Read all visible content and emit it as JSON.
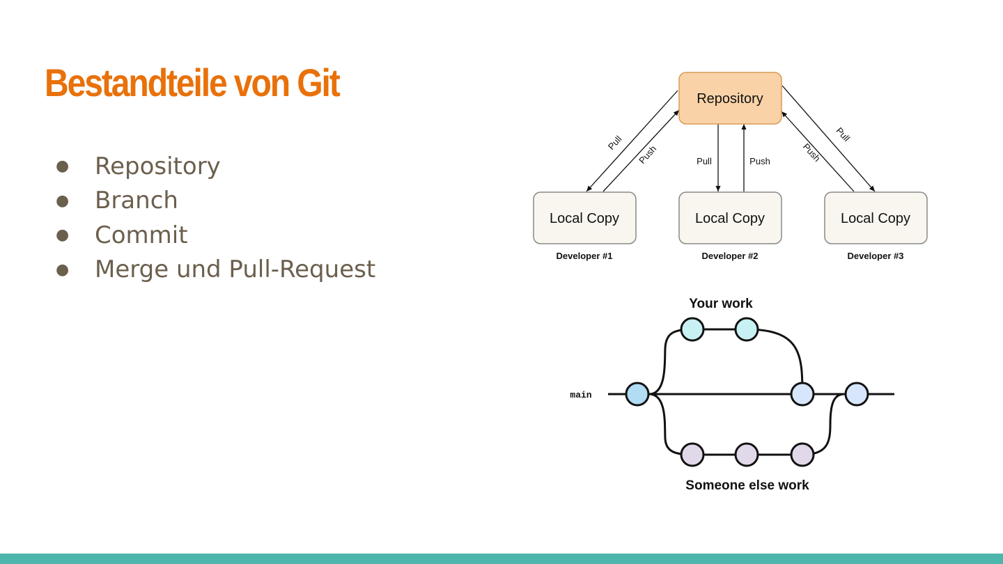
{
  "slide": {
    "title": "Bestandteile von Git",
    "bullets": [
      "Repository",
      "Branch",
      "Commit",
      "Merge und Pull-Request"
    ]
  },
  "workflow_diagram": {
    "repository_label": "Repository",
    "local_copy_label": "Local Copy",
    "developers": [
      "Developer #1",
      "Developer #2",
      "Developer #3"
    ],
    "pull_label": "Pull",
    "push_label": "Push"
  },
  "branch_diagram": {
    "top_label": "Your work",
    "bottom_label": "Someone else work",
    "main_label": "main"
  },
  "colors": {
    "title": "#e8710a",
    "text": "#6b5f4d",
    "repository_fill": "#f9d3a7",
    "local_copy_fill": "#f8f6ef",
    "commit_cyan": "#c8f1f4",
    "commit_blue": "#b0dcf4",
    "commit_lavender": "#e1d8ea",
    "footer": "#4db6ac"
  }
}
